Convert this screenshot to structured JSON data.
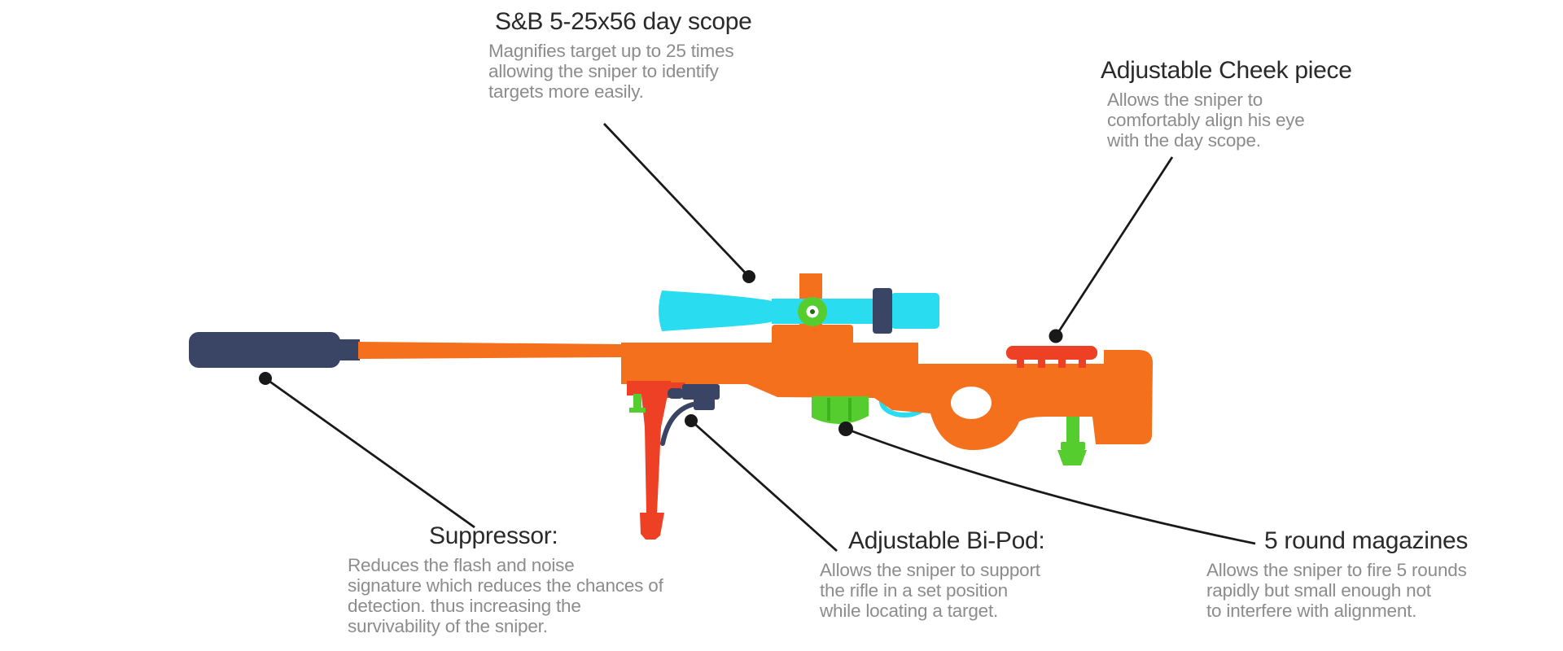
{
  "colors": {
    "orange": "#f5701c",
    "cyan": "#2adcf0",
    "green": "#55cd2e",
    "green_dark": "#3cb31c",
    "green_deep": "#1f6b10",
    "red": "#ee4024",
    "navy": "#3a4565",
    "ink": "#2a2a2a",
    "muted": "#8c8c8c",
    "line": "#191919"
  },
  "diagram": {
    "subject": "sniper rifle parts diagram",
    "parts": [
      {
        "name": "suppressor",
        "color": "#3a4565"
      },
      {
        "name": "barrel",
        "color": "#f5701c"
      },
      {
        "name": "stock-body",
        "color": "#f5701c"
      },
      {
        "name": "day-scope",
        "color": "#2adcf0"
      },
      {
        "name": "scope-adjustment-ring",
        "color": "#3a4565"
      },
      {
        "name": "scope-turret",
        "color": "#55cd2e"
      },
      {
        "name": "bolt-assembly",
        "color": "#3a4565"
      },
      {
        "name": "bipod",
        "color": "#ee4024"
      },
      {
        "name": "magazine",
        "color": "#55cd2e"
      },
      {
        "name": "trigger-guard",
        "color": "#2adcf0"
      },
      {
        "name": "cheek-piece",
        "color": "#ee4024"
      },
      {
        "name": "rear-monopod",
        "color": "#55cd2e"
      }
    ],
    "labels": {
      "scope": {
        "title": "S&B 5-25x56 day scope",
        "desc": [
          "Magnifies target up to 25 times",
          "allowing the sniper to identify",
          "targets more easily."
        ]
      },
      "cheek": {
        "title": "Adjustable Cheek piece",
        "desc": [
          "Allows the sniper to",
          "comfortably align his eye",
          "with the day scope."
        ]
      },
      "suppressor": {
        "title": "Suppressor:",
        "desc": [
          "Reduces the flash and noise",
          "signature which reduces the chances of",
          "detection. thus increasing the",
          "survivability of the sniper."
        ]
      },
      "bipod": {
        "title": "Adjustable Bi-Pod:",
        "desc": [
          "Allows the sniper to support",
          "the rifle in a set position",
          "while locating a target."
        ]
      },
      "magazines": {
        "title": "5 round magazines",
        "desc": [
          "Allows the sniper to fire 5 rounds",
          "rapidly but small enough not",
          "to interfere with alignment."
        ]
      }
    }
  }
}
